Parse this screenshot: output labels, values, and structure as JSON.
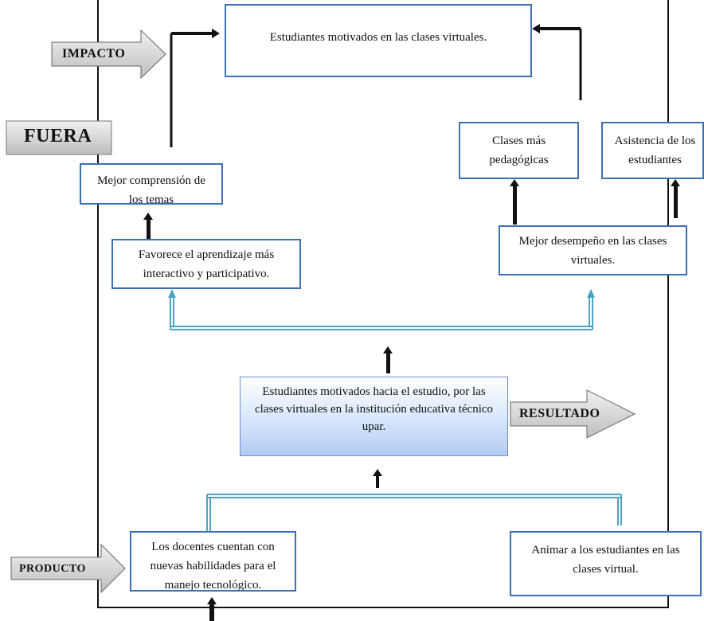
{
  "labels": {
    "impacto": "IMPACTO",
    "fuera": "FUERA",
    "resultado": "RESULTADO",
    "producto": "PRODUCTO"
  },
  "boxes": {
    "impact_main": "Estudiantes motivados en las clases virtuales.",
    "mejor_comprension": "Mejor comprensión de los temas",
    "clases_pedagogicas": "Clases más pedagógicas",
    "asistencia": "Asistencia de los estudiantes",
    "favorece": "Favorece el aprendizaje más interactivo y participativo.",
    "mejor_desempeno": "Mejor desempeño en las clases virtuales.",
    "resultado_main": "Estudiantes motivados hacia el estudio, por las clases virtuales en la institución educativa técnico upar.",
    "docentes": "Los docentes cuentan con nuevas habilidades para el manejo tecnológico.",
    "animar": "Animar a los estudiantes en las clases virtual."
  },
  "colors": {
    "box_border": "#3f6fb3",
    "connector": "#4aa3c6",
    "label_arrow": "#d9d9d9",
    "result_gradient": "#b3ccf3"
  }
}
